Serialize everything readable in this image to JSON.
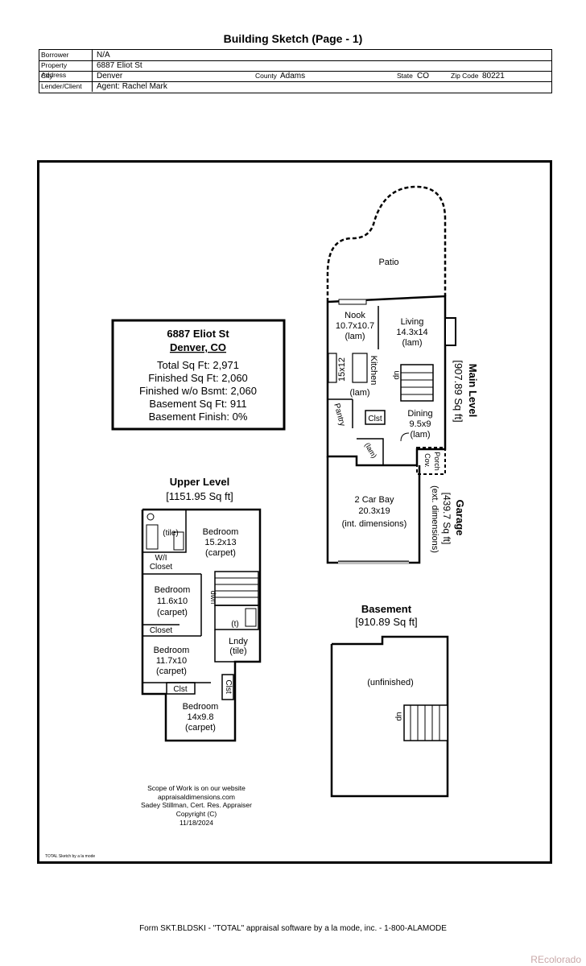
{
  "header": {
    "title": "Building Sketch (Page - 1)"
  },
  "info": {
    "borrower_label": "Borrower",
    "borrower": "N/A",
    "address_label": "Property Address",
    "address": "6887 Eliot St",
    "city_label": "City",
    "city": "Denver",
    "county_label": "County",
    "county": "Adams",
    "state_label": "State",
    "state": "CO",
    "zip_label": "Zip Code",
    "zip": "80221",
    "lender_label": "Lender/Client",
    "lender": "Agent: Rachel Mark"
  },
  "summary": {
    "street": "6887 Eliot St",
    "city": "Denver, CO",
    "lines": [
      "Total Sq Ft: 2,971",
      "Finished Sq Ft: 2,060",
      "Finished w/o Bsmt: 2,060",
      "Basement Sq Ft: 911",
      "Basement Finish: 0%"
    ]
  },
  "upper_level": {
    "title": "Upper Level",
    "area": "[1151.95 Sq ft]",
    "rooms": {
      "tile": "(tile)",
      "bedroom1": [
        "Bedroom",
        "15.2x13",
        "(carpet)"
      ],
      "wi_closet": [
        "W/I",
        "Closet"
      ],
      "dwn": "dwn",
      "bedroom2": [
        "Bedroom",
        "11.6x10",
        "(carpet)"
      ],
      "t": "(t)",
      "closet": "Closet",
      "lndy": [
        "Lndy",
        "(tile)"
      ],
      "bedroom3": [
        "Bedroom",
        "11.7x10",
        "(carpet)"
      ],
      "clst1": "Clst",
      "clst2": "Clst",
      "bedroom4": [
        "Bedroom",
        "14x9.8",
        "(carpet)"
      ]
    }
  },
  "main_level": {
    "title": "Main Level",
    "area": "[907.89 Sq ft]",
    "rooms": {
      "patio": "Patio",
      "nook": [
        "Nook",
        "10.7x10.7",
        "(lam)"
      ],
      "living": [
        "Living",
        "14.3x14",
        "(lam)"
      ],
      "kitchen": "Kitchen",
      "kitchen_dim": "15x12",
      "kitchen_lam": "(lam)",
      "up": "up",
      "pantry": "Pantry",
      "clst": "Clst",
      "dining": [
        "Dining",
        "9.5x9",
        "(lam)"
      ],
      "lam": "(lam)",
      "cov_porch": [
        "Cov.",
        "Porch"
      ]
    }
  },
  "garage": {
    "title": "Garage",
    "area": "[439.7 Sq ft]",
    "note": "(ext. dimensions)",
    "rooms": [
      "2 Car Bay",
      "20.3x19",
      "(int. dimensions)"
    ]
  },
  "basement": {
    "title": "Basement",
    "area": "[910.89 Sq ft]",
    "rooms": {
      "unfinished": "(unfinished)",
      "up": "up"
    }
  },
  "credits": [
    "Scope of Work is on our website",
    "appraisaldimensions.com",
    "Sadey Stillman, Cert. Res. Appraiser",
    "Copyright (C)",
    "11/18/2024"
  ],
  "sketch_credit": "TOTAL Sketch by a la mode",
  "footer": "Form SKT.BLDSKI - \"TOTAL\" appraisal software by a la mode, inc. - 1-800-ALAMODE",
  "watermark": "REcolorado"
}
